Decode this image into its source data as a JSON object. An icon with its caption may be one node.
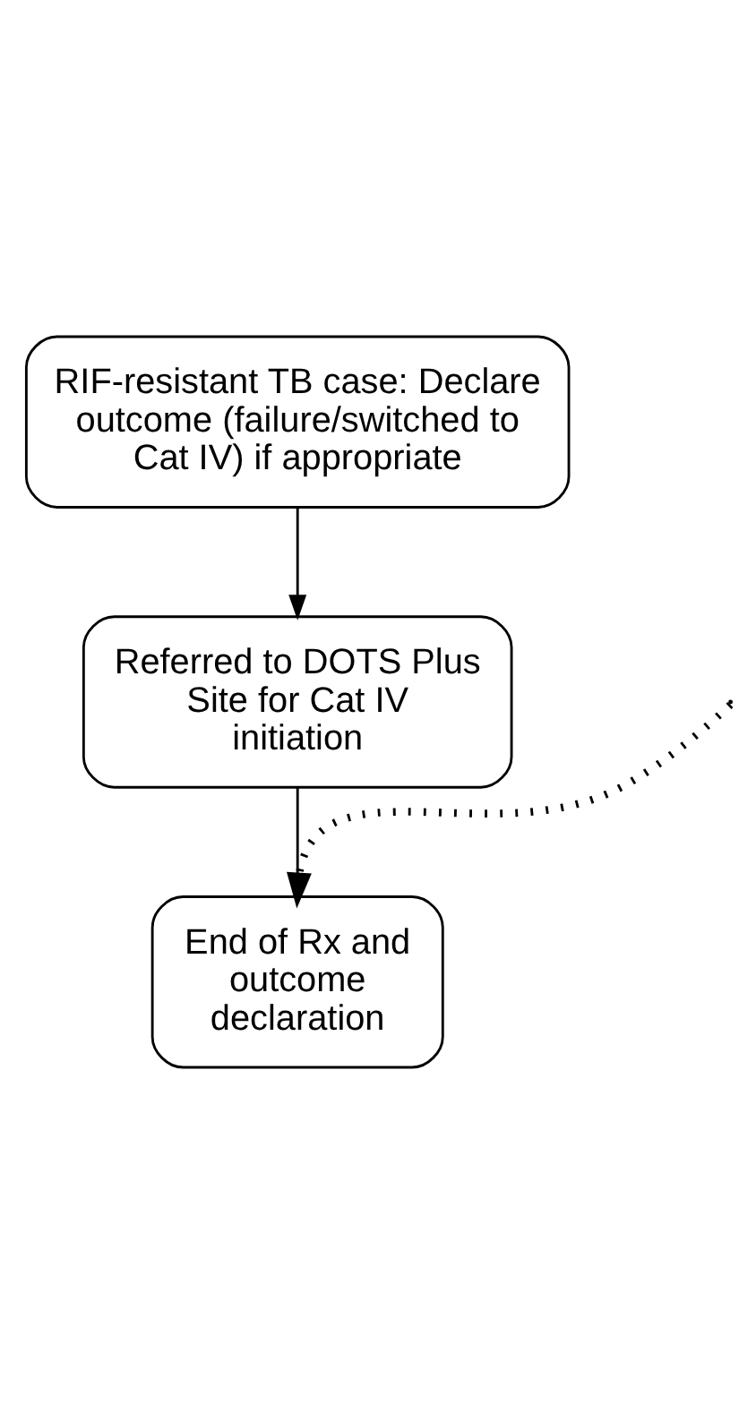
{
  "diagram": {
    "nodes": [
      {
        "text": [
          "RIF-resistant TB case: Declare outcome (failure/switched to Cat IV) if appropriate"
        ]
      },
      {
        "text": [
          "Referred to DOTS Plus Site for Cat IV initiation"
        ]
      },
      {
        "text": [
          "End of Rx and outcome declaration"
        ]
      }
    ],
    "edges": [
      {
        "from": 0,
        "to": 1,
        "arrow": "to"
      },
      {
        "from": 1,
        "to": 2,
        "arrow": "to"
      },
      {
        "from": null,
        "to": 2,
        "arrow": "to",
        "style": "dashed"
      }
    ]
  }
}
